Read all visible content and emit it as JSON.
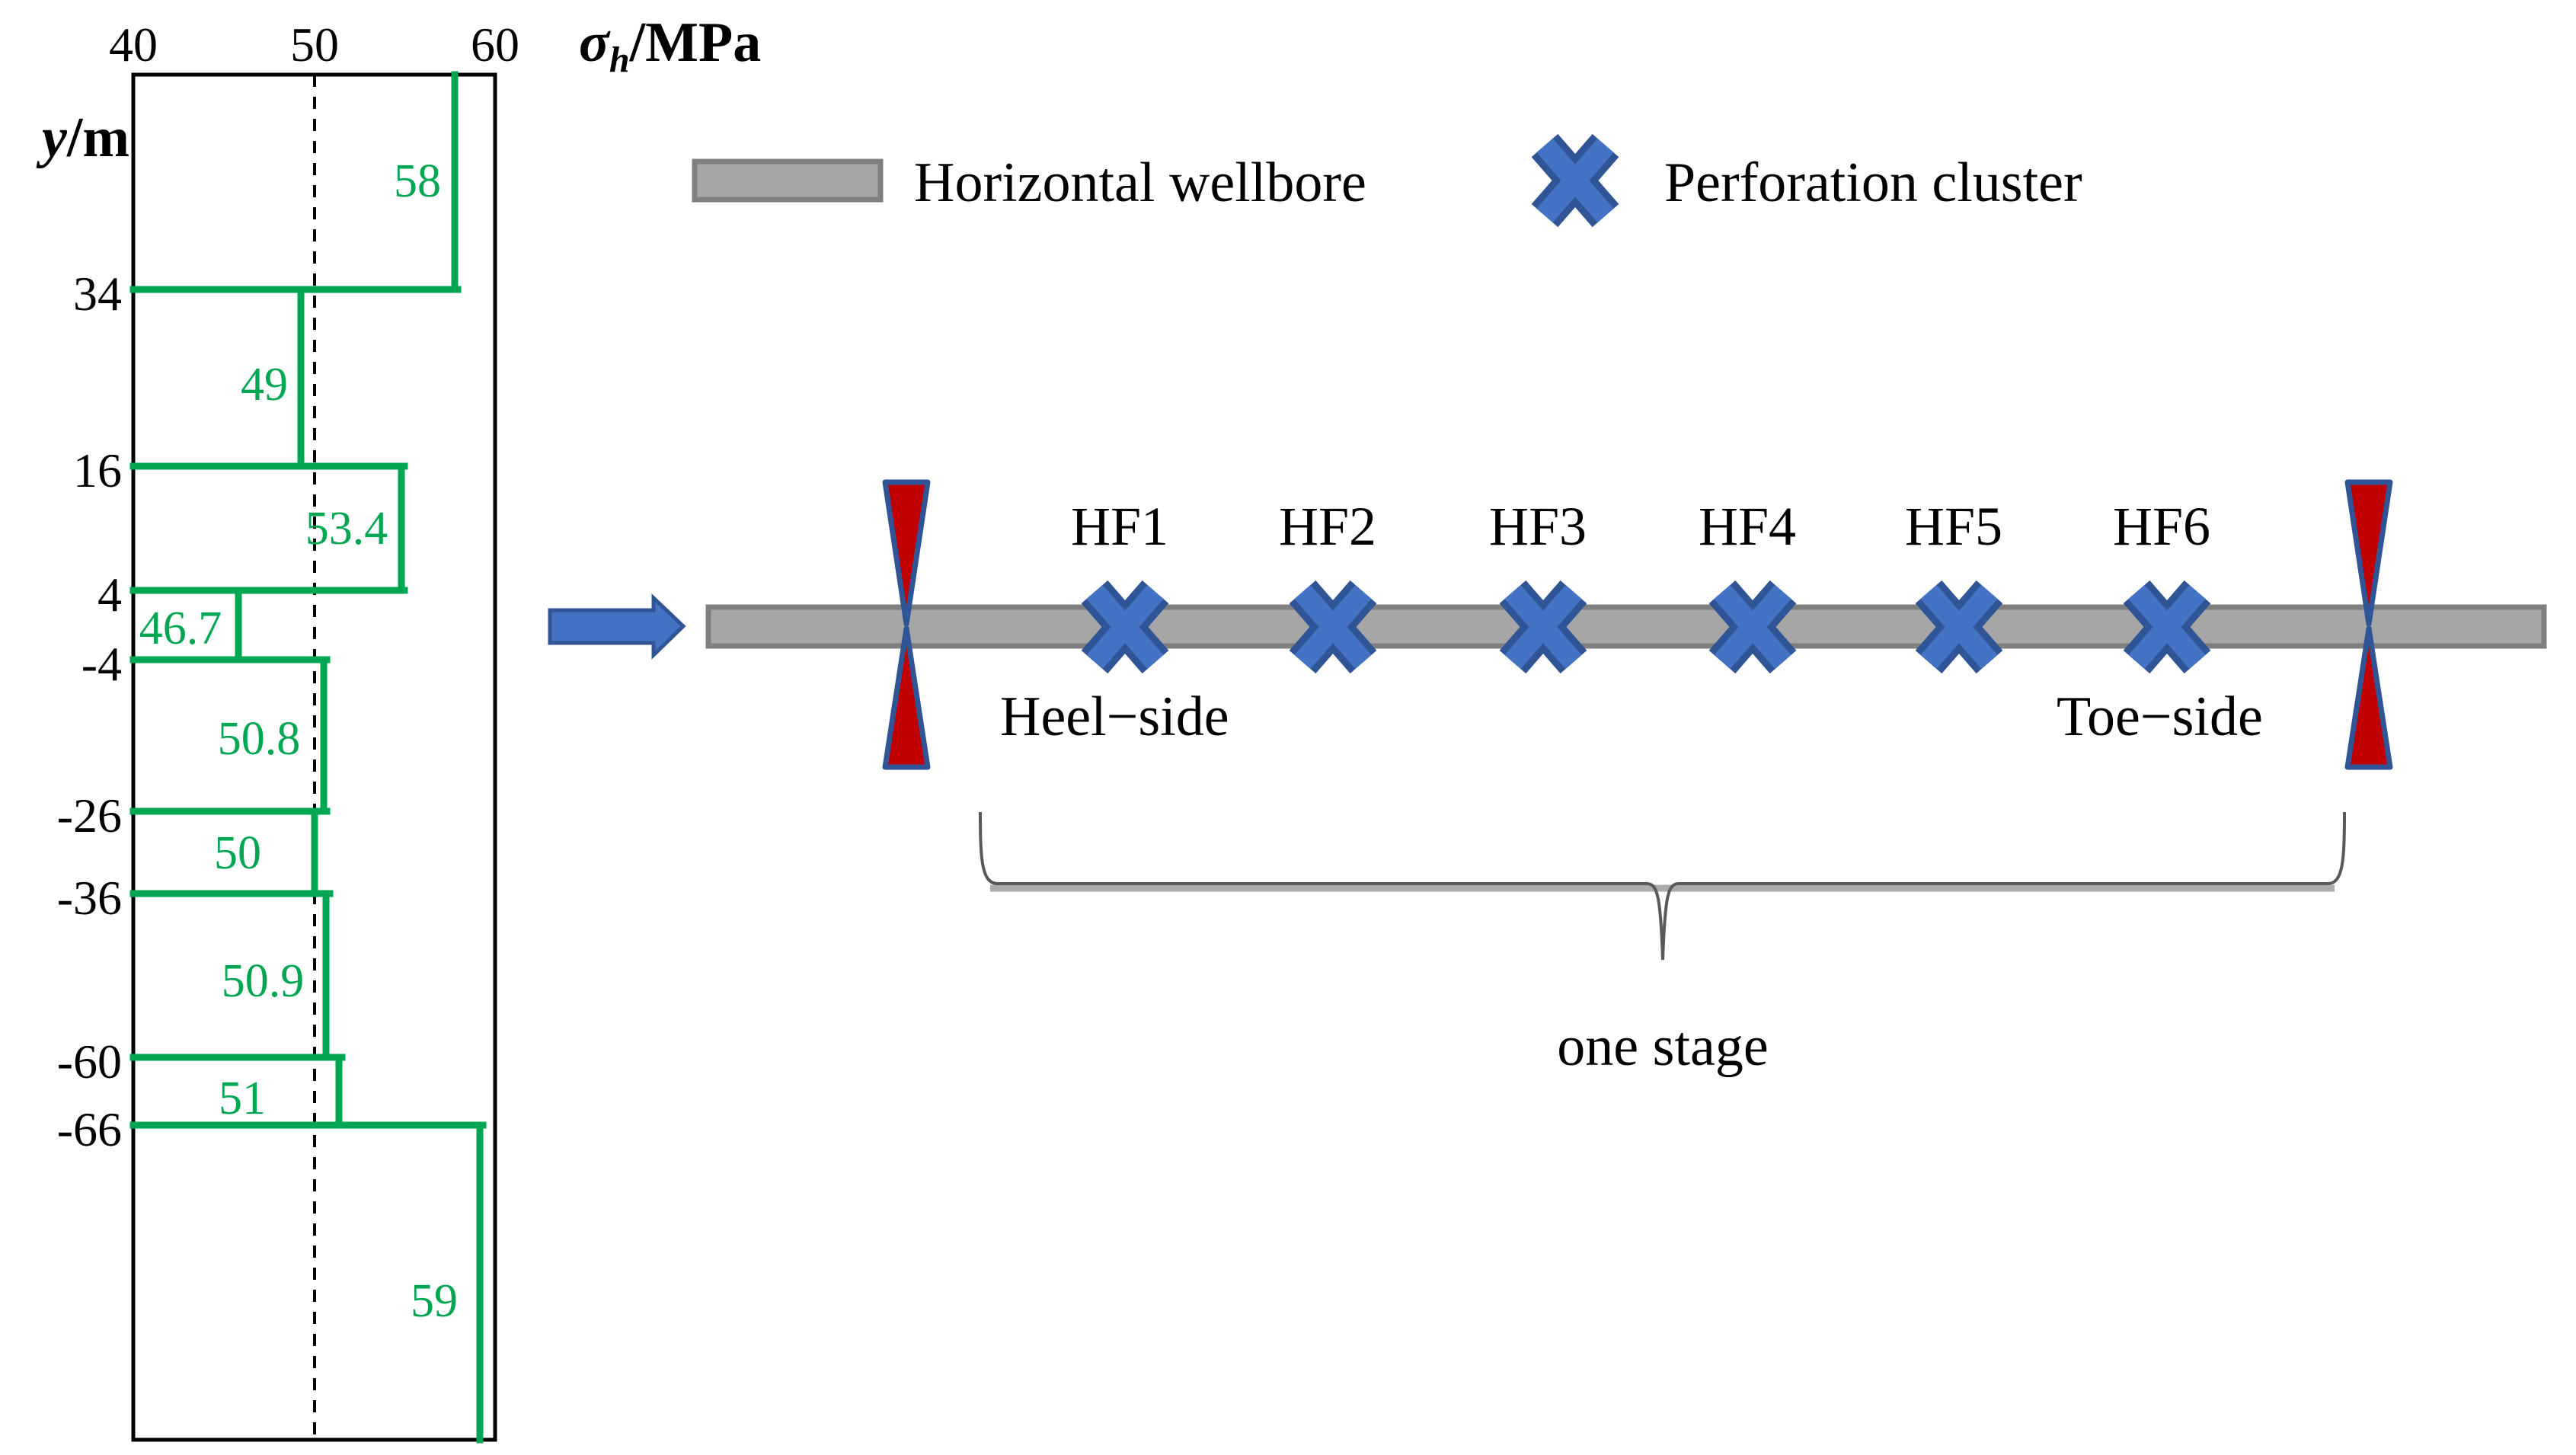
{
  "chart_data": {
    "type": "line",
    "subtype": "stepped-stress-profile",
    "xlabel_parts": {
      "sigma": "σ",
      "sub": "h",
      "unit": "/MPa"
    },
    "ylabel_parts": {
      "var": "y",
      "unit": "/m"
    },
    "x_ticks": [
      "40",
      "50",
      "60"
    ],
    "xlim": [
      40,
      60
    ],
    "reference_line_x": 50,
    "y_tick_labels": [
      "34",
      "16",
      "4",
      "-4",
      "-26",
      "-36",
      "-60",
      "-66"
    ],
    "layer_boundaries_m": [
      34,
      16,
      4,
      -4,
      -26,
      -36,
      -60,
      -66
    ],
    "layers": [
      {
        "label": "58",
        "sigma_h_mpa": 58,
        "from_m": null,
        "to_m": 34
      },
      {
        "label": "49",
        "sigma_h_mpa": 49,
        "from_m": 34,
        "to_m": 16
      },
      {
        "label": "53.4",
        "sigma_h_mpa": 53.4,
        "from_m": 16,
        "to_m": 4
      },
      {
        "label": "46.7",
        "sigma_h_mpa": 46.7,
        "from_m": 4,
        "to_m": -4
      },
      {
        "label": "50.8",
        "sigma_h_mpa": 50.8,
        "from_m": -4,
        "to_m": -26
      },
      {
        "label": "50",
        "sigma_h_mpa": 50,
        "from_m": -26,
        "to_m": -36
      },
      {
        "label": "50.9",
        "sigma_h_mpa": 50.9,
        "from_m": -36,
        "to_m": -60
      },
      {
        "label": "51",
        "sigma_h_mpa": 51,
        "from_m": -60,
        "to_m": -66
      },
      {
        "label": "59",
        "sigma_h_mpa": 59,
        "from_m": -66,
        "to_m": null
      }
    ],
    "grid": "off",
    "legend_position": "top-right-of-diagram"
  },
  "legend": {
    "wellbore_label": "Horizontal wellbore",
    "perforation_label": "Perforation cluster"
  },
  "wellbore": {
    "cluster_labels": [
      "HF1",
      "HF2",
      "HF3",
      "HF4",
      "HF5",
      "HF6"
    ],
    "heel_label": "Heel−side",
    "toe_label": "Toe−side",
    "stage_label": "one stage"
  },
  "colors": {
    "profile_green": "#00A651",
    "cluster_blue": "#4472C4",
    "cluster_blue_dark": "#2F5597",
    "packer_red": "#C00000",
    "wellbore_gray": "#A6A6A6",
    "wellbore_gray_border": "#7F7F7F",
    "brace_gray": "#595959"
  }
}
